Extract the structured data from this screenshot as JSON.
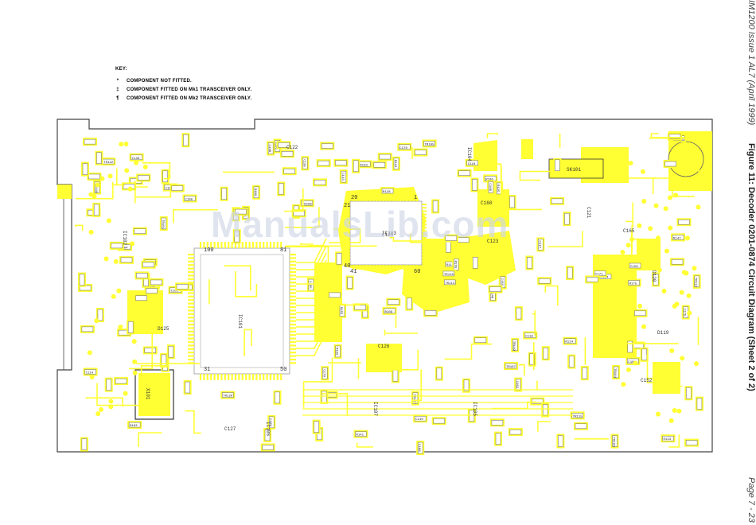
{
  "key": {
    "title": "KEY:",
    "items": [
      {
        "symbol": "*",
        "text": "COMPONENT NOT FITTED."
      },
      {
        "symbol": "‡",
        "text": "COMPONENT FITTED ON Mk1 TRANSCEIVER ONLY."
      },
      {
        "symbol": "¶",
        "text": "COMPONENT FITTED ON Mk2 TRANSCEIVER ONLY."
      }
    ]
  },
  "side": {
    "issue": "IM1200 Issue 1 AL7 (April 1999)",
    "figure": "Figure 11:  Decoder 0201-0874 Circuit Diagram (Sheet 2 of 2)",
    "page": "Page 7 - 23"
  },
  "watermark": "ManualsLib.com",
  "components": [
    {
      "ref": "IC101",
      "pins": [
        "100",
        "81",
        "31",
        "50"
      ]
    },
    {
      "ref": "IC103",
      "pins": [
        "20",
        "1",
        "21",
        "40",
        "41",
        "60"
      ]
    },
    {
      "ref": "IC102"
    },
    {
      "ref": "IC104"
    },
    {
      "ref": "IC105"
    },
    {
      "ref": "IC106"
    },
    {
      "ref": "IC107"
    },
    {
      "ref": "SK101"
    },
    {
      "ref": "X101"
    },
    {
      "ref": "D119"
    },
    {
      "ref": "D120"
    },
    {
      "ref": "D125"
    },
    {
      "ref": "C122"
    },
    {
      "ref": "C123"
    },
    {
      "ref": "C125"
    },
    {
      "ref": "C126"
    },
    {
      "ref": "C127"
    },
    {
      "ref": "C160"
    },
    {
      "ref": "C165"
    },
    {
      "ref": "C121"
    },
    {
      "ref": "C152"
    },
    {
      "ref": "R109"
    },
    {
      "ref": "R110"
    },
    {
      "ref": "R113"
    },
    {
      "ref": "R114"
    },
    {
      "ref": "R125"
    },
    {
      "ref": "R128"
    },
    {
      "ref": "R133"
    },
    {
      "ref": "R141"
    },
    {
      "ref": "R155"
    },
    {
      "ref": "R160"
    },
    {
      "ref": "R163"
    },
    {
      "ref": "R175"
    },
    {
      "ref": "R178"
    },
    {
      "ref": "R186"
    },
    {
      "ref": "R193"
    },
    {
      "ref": "R150"
    },
    {
      "ref": "R147"
    },
    {
      "ref": "R124"
    },
    {
      "ref": "R108"
    },
    {
      "ref": "TR101"
    },
    {
      "ref": "TR103"
    },
    {
      "ref": "TR104"
    },
    {
      "ref": "TR105"
    },
    {
      "ref": "TR106"
    },
    {
      "ref": "TR107"
    },
    {
      "ref": "TR108"
    },
    {
      "ref": "TR110"
    },
    {
      "ref": "TR112"
    },
    {
      "ref": "TR113"
    },
    {
      "ref": "TR115"
    },
    {
      "ref": "TR118"
    },
    {
      "ref": "TR119"
    },
    {
      "ref": "TR120"
    },
    {
      "ref": "TR122"
    },
    {
      "ref": "TR127"
    },
    {
      "ref": "C101"
    },
    {
      "ref": "C104"
    },
    {
      "ref": "C106"
    },
    {
      "ref": "C110"
    },
    {
      "ref": "C112"
    },
    {
      "ref": "C114"
    },
    {
      "ref": "C117"
    },
    {
      "ref": "C118"
    },
    {
      "ref": "C130"
    },
    {
      "ref": "C133"
    },
    {
      "ref": "C138"
    },
    {
      "ref": "C140"
    },
    {
      "ref": "C143"
    },
    {
      "ref": "C148"
    },
    {
      "ref": "C150"
    },
    {
      "ref": "C156"
    },
    {
      "ref": "C162"
    },
    {
      "ref": "C168"
    },
    {
      "ref": "C171"
    },
    {
      "ref": "C175"
    },
    {
      "ref": "C179"
    },
    {
      "ref": "C180"
    },
    {
      "ref": "C185"
    },
    {
      "ref": "C188"
    },
    {
      "ref": "C190"
    },
    {
      "ref": "C195"
    },
    {
      "ref": "C170"
    },
    {
      "ref": "C173"
    }
  ]
}
